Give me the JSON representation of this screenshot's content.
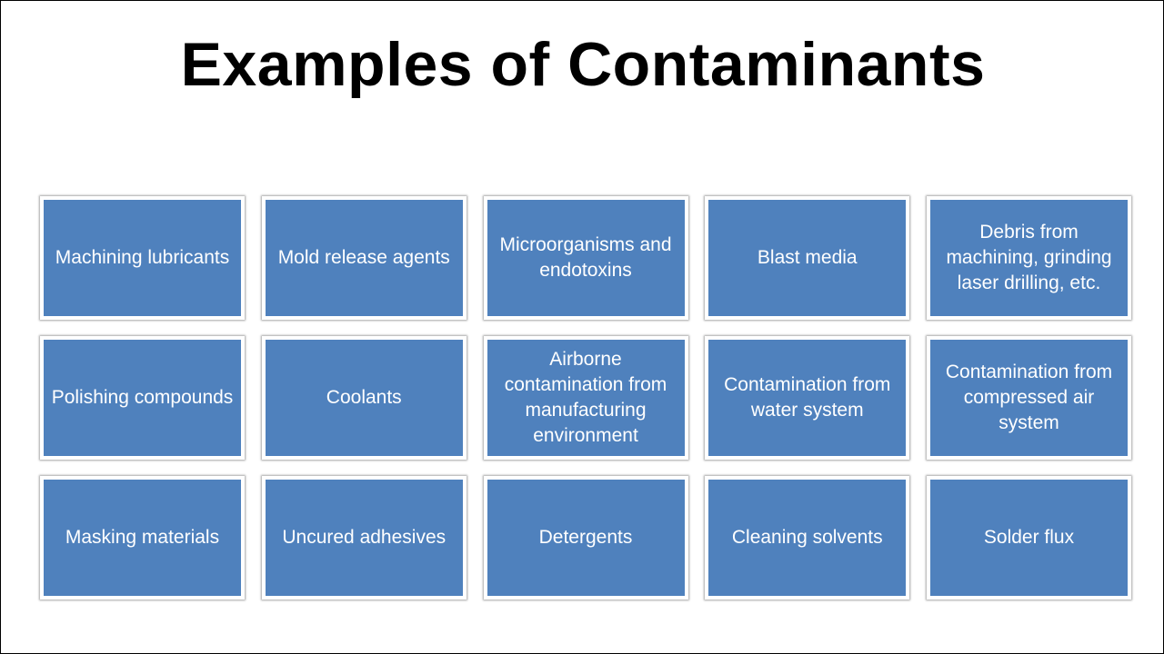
{
  "title": "Examples of Contaminants",
  "colors": {
    "tile_fill": "#4f81bd",
    "tile_border": "#ffffff",
    "tile_text": "#ffffff",
    "title_text": "#000000"
  },
  "tiles": [
    "Machining lubricants",
    "Mold release agents",
    "Microorganisms and endotoxins",
    "Blast media",
    "Debris from machining, grinding laser drilling, etc.",
    "Polishing compounds",
    "Coolants",
    "Airborne contamination from manufacturing environment",
    "Contamination from water system",
    "Contamination from compressed air system",
    "Masking materials",
    "Uncured adhesives",
    "Detergents",
    "Cleaning solvents",
    "Solder flux"
  ]
}
